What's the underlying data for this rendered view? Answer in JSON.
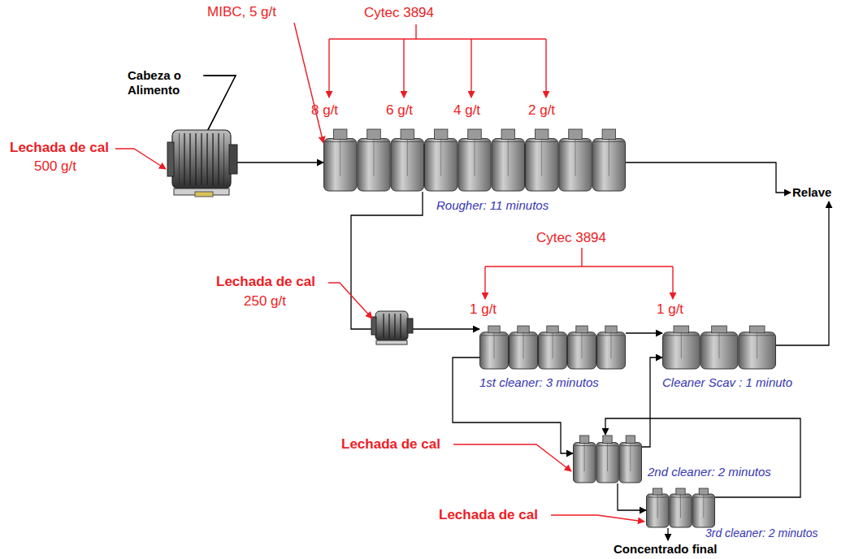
{
  "diagram": {
    "nodes": [
      {
        "text": [
          "Cabeza o Alimento"
        ]
      },
      {
        "text": [
          "Rougher: 11 minutos"
        ]
      },
      {
        "text": [
          "Relave"
        ]
      },
      {
        "text": [
          "1st cleaner: 3 minutos"
        ]
      },
      {
        "text": [
          "Cleaner Scav : 1 minuto"
        ]
      },
      {
        "text": [
          "2nd cleaner: 2 minutos"
        ]
      },
      {
        "text": [
          "3rd cleaner: 2 minutos"
        ]
      },
      {
        "text": [
          "Concentrado final"
        ]
      }
    ],
    "edges": [
      {
        "from": 0,
        "to": 1,
        "arrow": "to"
      },
      {
        "from": 1,
        "to": 2,
        "arrow": "to"
      },
      {
        "from": 1,
        "to": 3,
        "arrow": "to"
      },
      {
        "from": 3,
        "to": 4,
        "arrow": "to"
      },
      {
        "from": 4,
        "to": 2,
        "arrow": "to"
      },
      {
        "from": 3,
        "to": 5,
        "arrow": "to"
      },
      {
        "from": 5,
        "to": 4,
        "arrow": "to"
      },
      {
        "from": 5,
        "to": 6,
        "arrow": "to"
      },
      {
        "from": 6,
        "to": 5,
        "arrow": "to"
      },
      {
        "from": 6,
        "to": 7,
        "arrow": "to"
      }
    ],
    "labels": [
      "MIBC, 5 g/t",
      "Cytec 3894",
      "8 g/t",
      "6 g/t",
      "4 g/t",
      "2 g/t",
      "Lechada de cal",
      "500 g/t",
      "Cytec 3894",
      "1 g/t",
      "1 g/t",
      "Lechada de cal",
      "250 g/t",
      "Lechada de cal",
      "Lechada de cal"
    ]
  }
}
